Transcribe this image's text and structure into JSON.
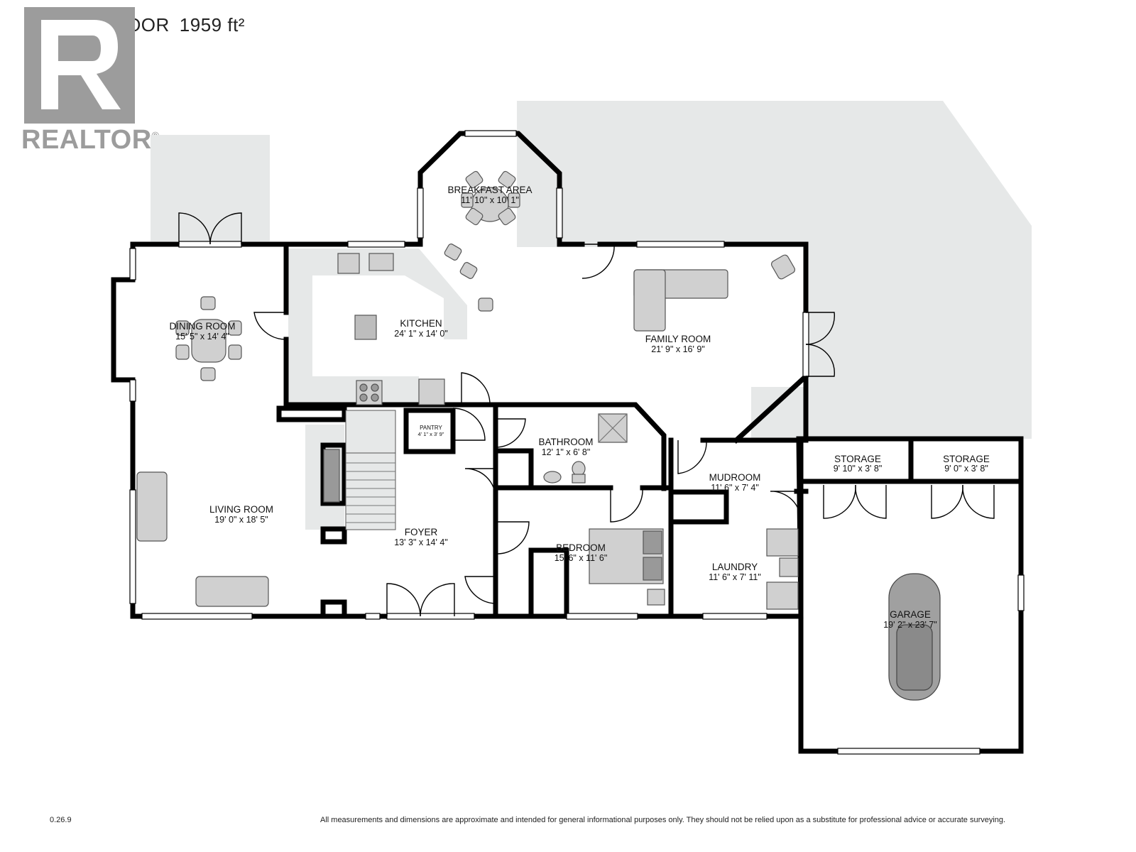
{
  "header": {
    "floor_label": "MAIN FLOOR",
    "floor_area": "1959 ft²"
  },
  "logo": {
    "word": "REALTOR",
    "mark": "®"
  },
  "rooms": [
    {
      "id": "breakfast",
      "name": "BREAKFAST AREA",
      "dims": "11' 10\" x 10' 1\""
    },
    {
      "id": "dining",
      "name": "DINING ROOM",
      "dims": "15' 5\" x 14' 4\""
    },
    {
      "id": "kitchen",
      "name": "KITCHEN",
      "dims": "24' 1\" x 14' 0\""
    },
    {
      "id": "family",
      "name": "FAMILY ROOM",
      "dims": "21' 9\" x 16' 9\""
    },
    {
      "id": "pantry",
      "name": "PANTRY",
      "dims": "4' 1\" x 3' 9\""
    },
    {
      "id": "bathroom",
      "name": "BATHROOM",
      "dims": "12' 1\" x 6' 8\""
    },
    {
      "id": "mudroom",
      "name": "MUDROOM",
      "dims": "11' 6\" x 7' 4\""
    },
    {
      "id": "storage1",
      "name": "STORAGE",
      "dims": "9' 10\" x 3' 8\""
    },
    {
      "id": "storage2",
      "name": "STORAGE",
      "dims": "9' 0\" x 3' 8\""
    },
    {
      "id": "living",
      "name": "LIVING ROOM",
      "dims": "19' 0\" x 18' 5\""
    },
    {
      "id": "foyer",
      "name": "FOYER",
      "dims": "13' 3\" x 14' 4\""
    },
    {
      "id": "bedroom",
      "name": "BEDROOM",
      "dims": "15' 6\" x 11' 6\""
    },
    {
      "id": "laundry",
      "name": "LAUNDRY",
      "dims": "11' 6\" x 7' 11\""
    },
    {
      "id": "garage",
      "name": "GARAGE",
      "dims": "19' 2\" x 23' 7\""
    }
  ],
  "footer": {
    "version": "0.26.9",
    "disclaimer": "All measurements and dimensions are approximate and intended for general informational purposes only. They should not be relied upon as a substitute for professional advice or accurate surveying."
  },
  "colors": {
    "wall": "#000000",
    "exterior_area": "#e6e8e8",
    "interior_shade": "#e6e8e8",
    "fixture": "#cccccc",
    "logo_gray": "#9c9c9c"
  }
}
